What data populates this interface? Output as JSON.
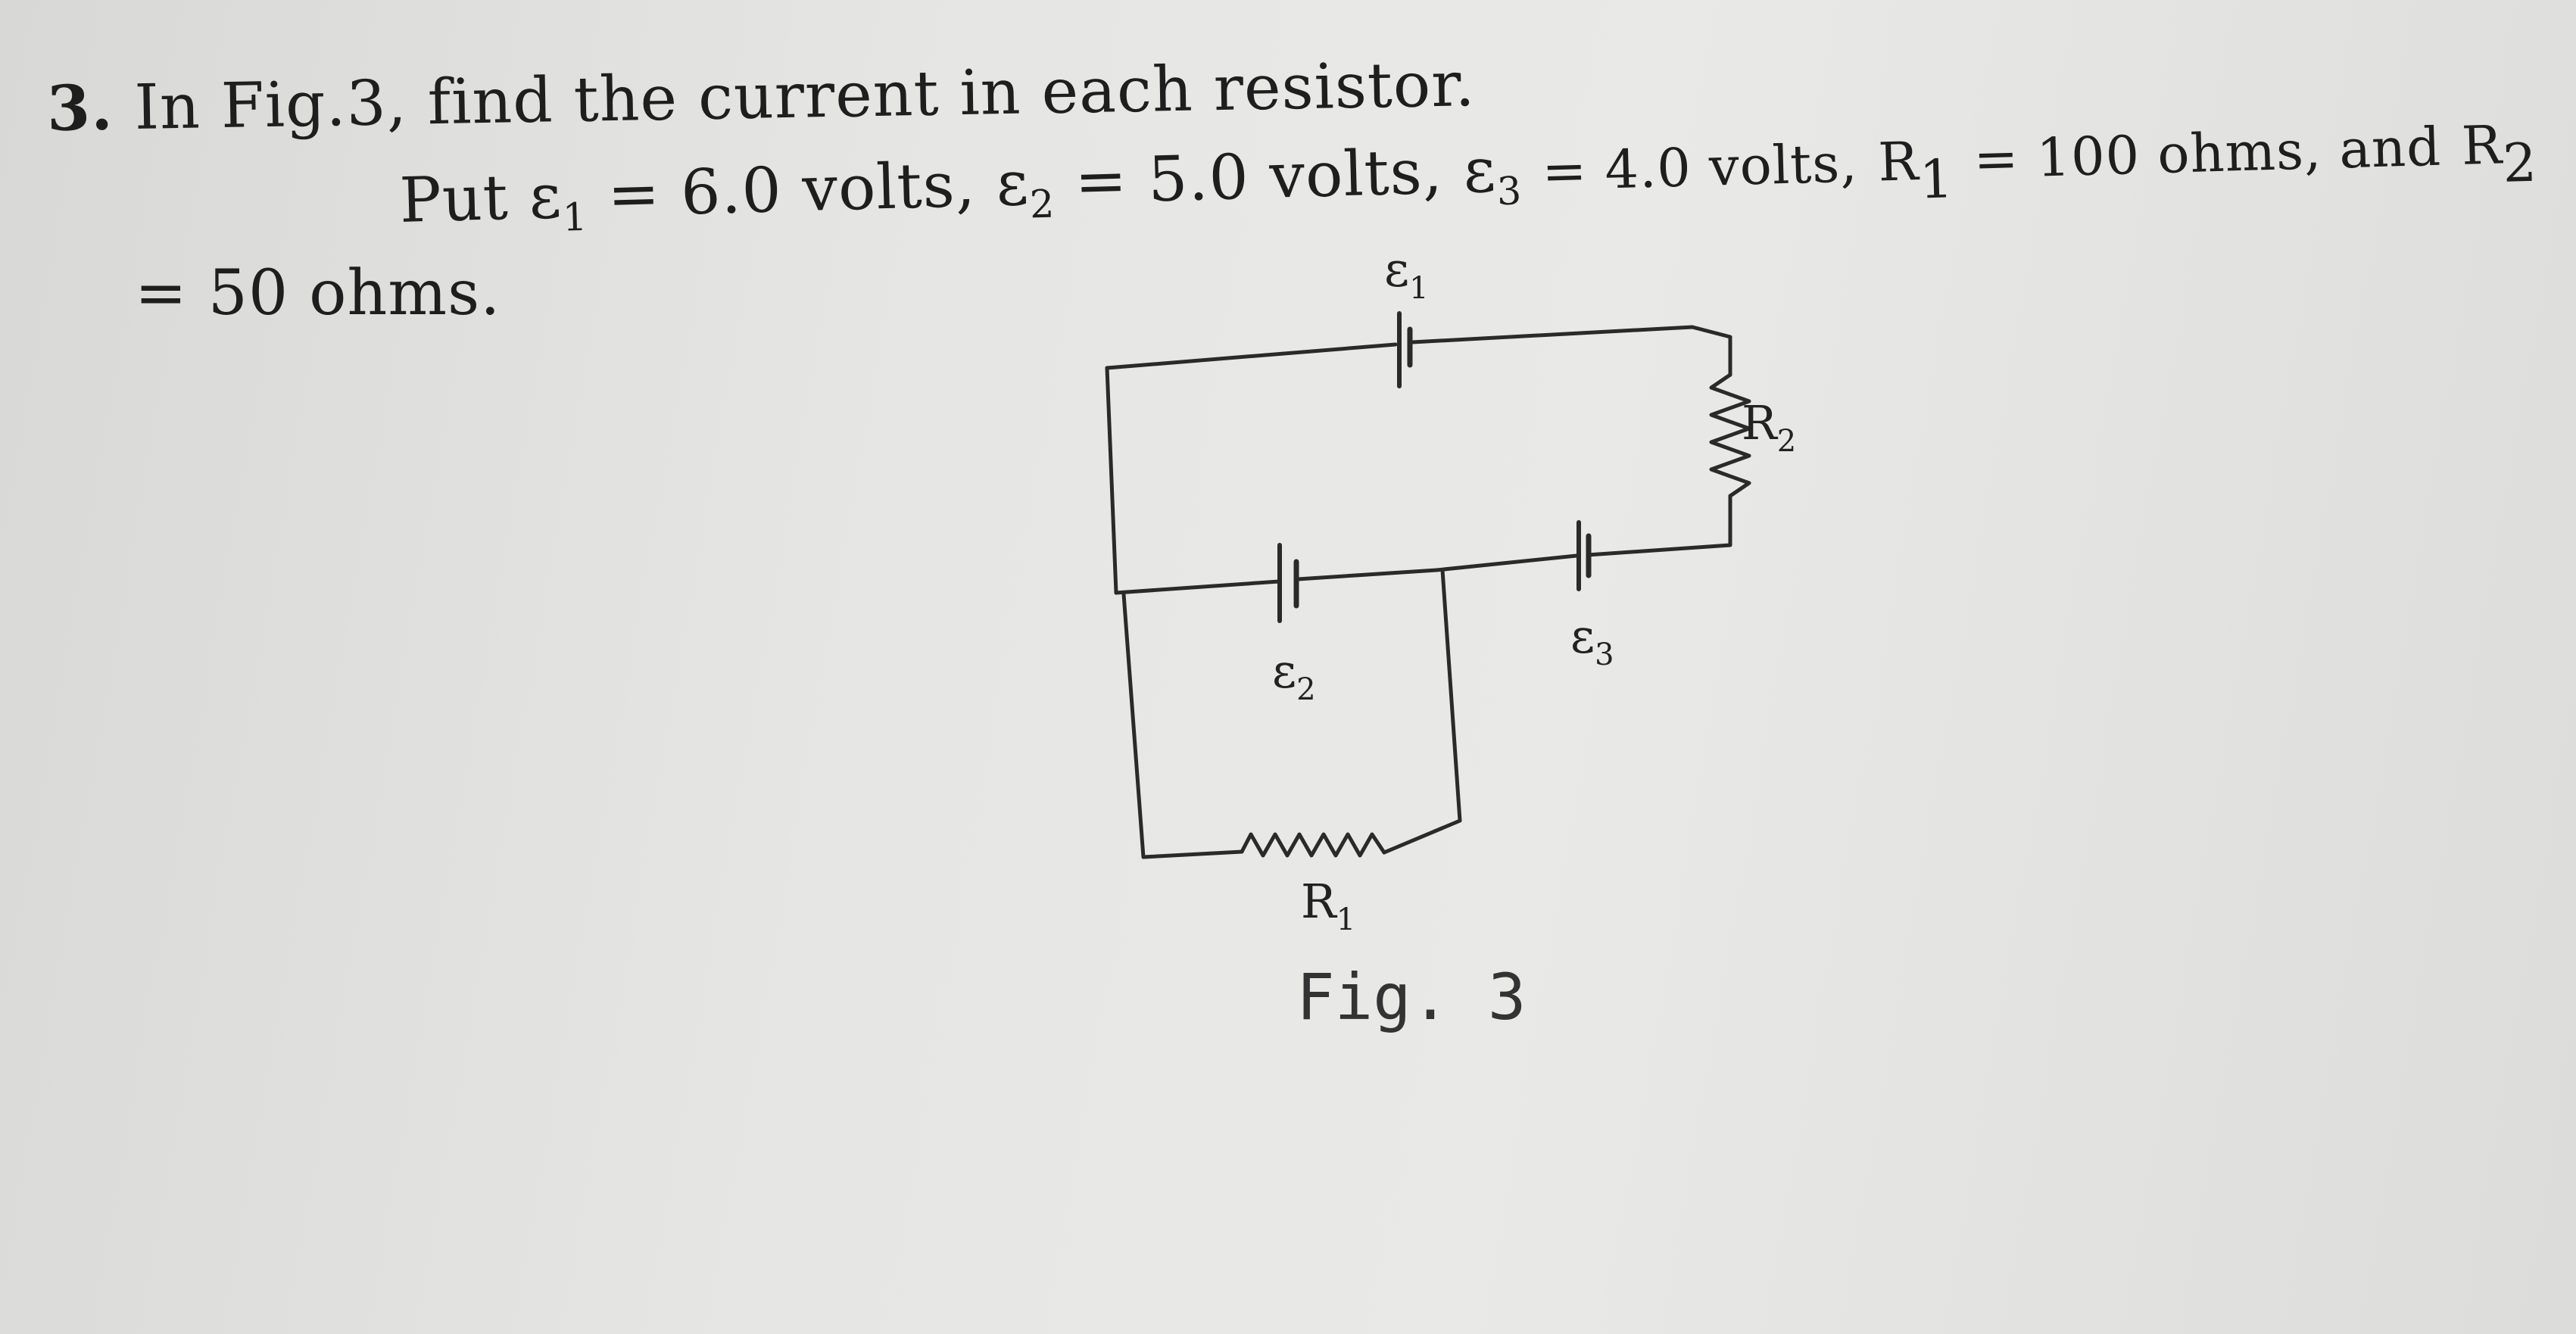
{
  "problem": {
    "number": "3.",
    "line1": "In Fig.3, find the current in each resistor.",
    "line2_start": "Put",
    "e1_sym": "ε",
    "e1_sub": "1",
    "e1_val": "= 6.0 volts,",
    "e2_sym": "ε",
    "e2_sub": "2",
    "e2_val": "= 5.0 volts,",
    "e3_sym": "ε",
    "e3_sub": "3",
    "e3_val": "= 4.0 volts,",
    "r1_sym": "R",
    "r1_sub": "1",
    "r1_val": "= 100 ohms, and",
    "r2_sym": "R",
    "r2_sub": "2",
    "line3": "= 50 ohms."
  },
  "figure": {
    "e1_label": "ε",
    "e1_label_sub": "1",
    "e2_label": "ε",
    "e2_label_sub": "2",
    "e3_label": "ε",
    "e3_label_sub": "3",
    "r1_label": "R",
    "r1_label_sub": "1",
    "r2_label": "R",
    "r2_label_sub": "2",
    "caption": "Fig. 3"
  }
}
